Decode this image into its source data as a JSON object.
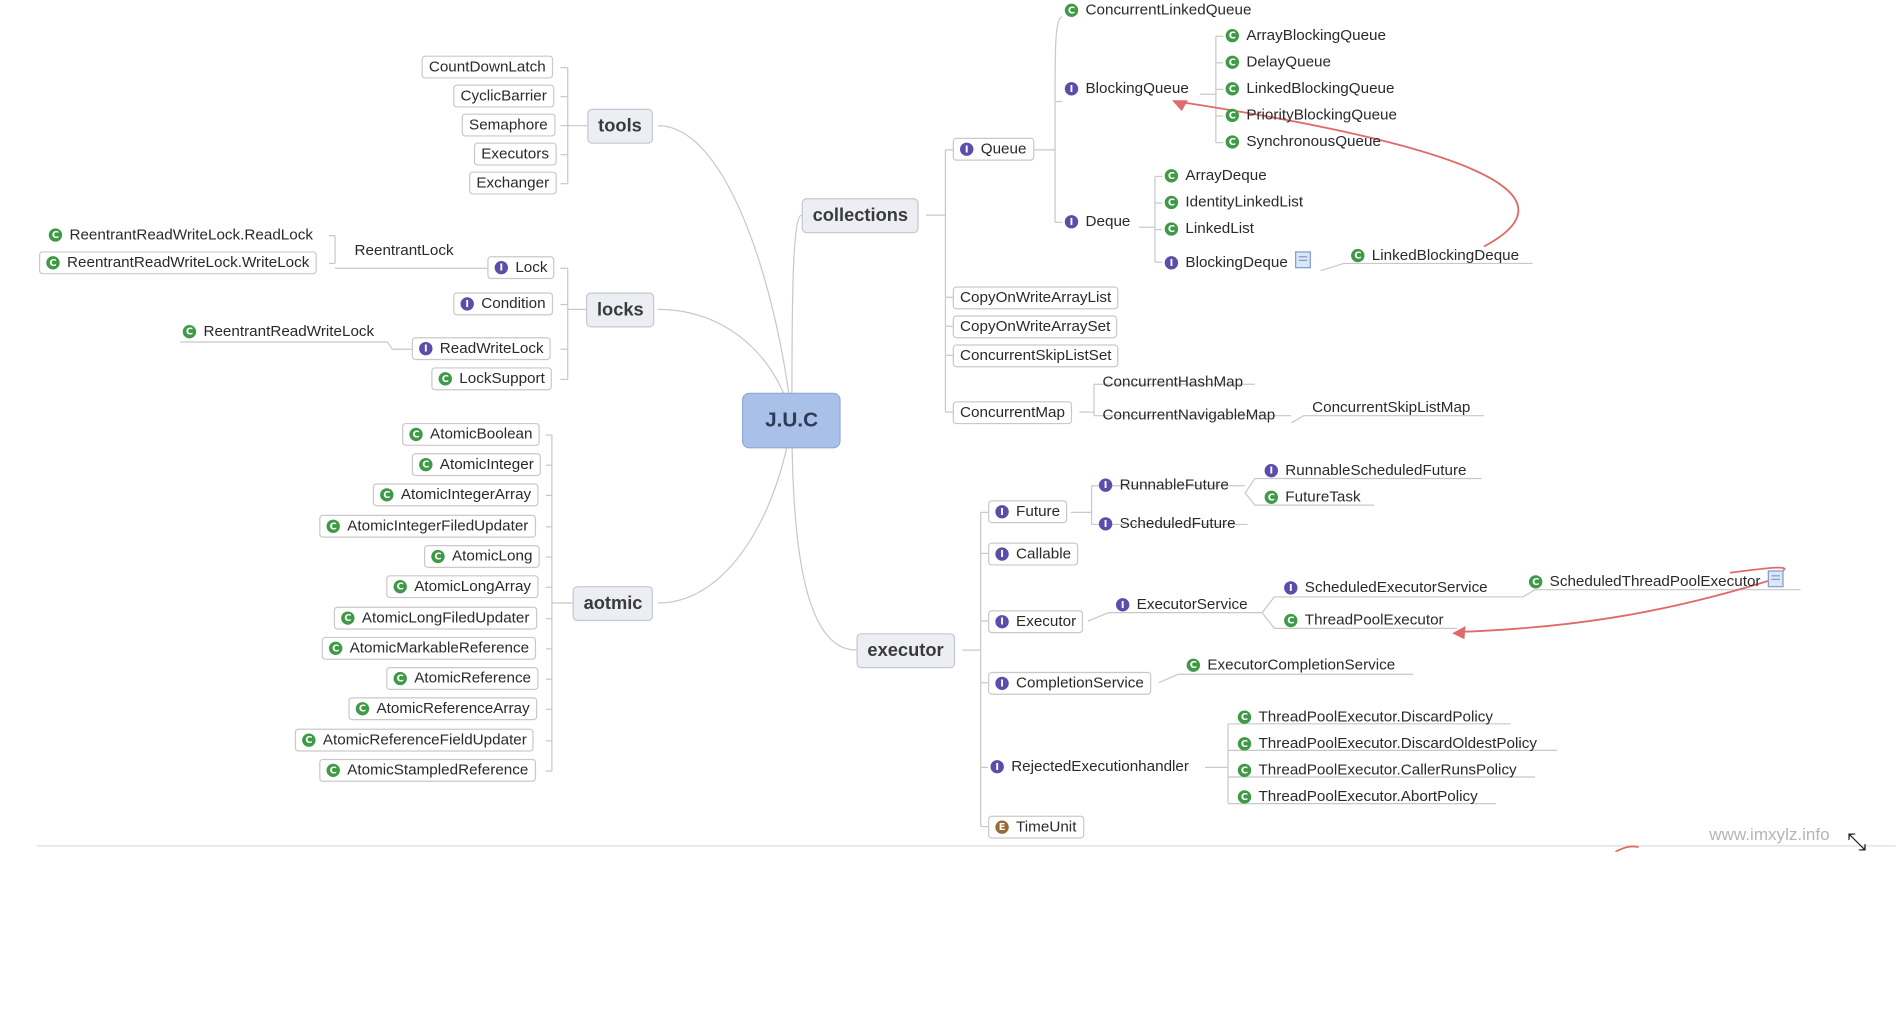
{
  "root": "J.U.C",
  "categories": {
    "tools": "tools",
    "locks": "locks",
    "aotmic": "aotmic",
    "collections": "collections",
    "executor": "executor"
  },
  "tools": [
    "CountDownLatch",
    "CyclicBarrier",
    "Semaphore",
    "Executors",
    "Exchanger"
  ],
  "locks": {
    "lock": "Lock",
    "reentrant_lock": "ReentrantLock",
    "read_lock": "ReentrantReadWriteLock.ReadLock",
    "write_lock": "ReentrantReadWriteLock.WriteLock",
    "condition": "Condition",
    "read_write_lock": "ReadWriteLock",
    "reentrant_read_write_lock": "ReentrantReadWriteLock",
    "lock_support": "LockSupport"
  },
  "atomic": [
    "AtomicBoolean",
    "AtomicInteger",
    "AtomicIntegerArray",
    "AtomicIntegerFiledUpdater",
    "AtomicLong",
    "AtomicLongArray",
    "AtomicLongFiledUpdater",
    "AtomicMarkableReference",
    "AtomicReference",
    "AtomicReferenceArray",
    "AtomicReferenceFieldUpdater",
    "AtomicStampledReference"
  ],
  "collections": {
    "queue": "Queue",
    "concurrent_linked_queue": "ConcurrentLinkedQueue",
    "blocking_queue": "BlockingQueue",
    "blocking_queue_impls": [
      "ArrayBlockingQueue",
      "DelayQueue",
      "LinkedBlockingQueue",
      "PriorityBlockingQueue",
      "SynchronousQueue"
    ],
    "deque": "Deque",
    "deque_impls": [
      "ArrayDeque",
      "IdentityLinkedList",
      "LinkedList"
    ],
    "blocking_deque": "BlockingDeque",
    "linked_blocking_deque": "LinkedBlockingDeque",
    "cow_list": "CopyOnWriteArrayList",
    "cow_set": "CopyOnWriteArraySet",
    "skip_list_set": "ConcurrentSkipListSet",
    "concurrent_map": "ConcurrentMap",
    "concurrent_hash_map": "ConcurrentHashMap",
    "concurrent_navigable_map": "ConcurrentNavigableMap",
    "skip_list_map": "ConcurrentSkipListMap"
  },
  "executor": {
    "future": "Future",
    "runnable_future": "RunnableFuture",
    "runnable_scheduled_future": "RunnableScheduledFuture",
    "future_task": "FutureTask",
    "scheduled_future": "ScheduledFuture",
    "callable": "Callable",
    "executor": "Executor",
    "executor_service": "ExecutorService",
    "scheduled_executor_service": "ScheduledExecutorService",
    "scheduled_thread_pool_executor": "ScheduledThreadPoolExecutor",
    "thread_pool_executor": "ThreadPoolExecutor",
    "completion_service": "CompletionService",
    "executor_completion_service": "ExecutorCompletionService",
    "rejected_handler": "RejectedExecutionhandler",
    "policies": [
      "ThreadPoolExecutor.DiscardPolicy",
      "ThreadPoolExecutor.DiscardOldestPolicy",
      "ThreadPoolExecutor.CallerRunsPolicy",
      "ThreadPoolExecutor.AbortPolicy"
    ],
    "time_unit": "TimeUnit"
  },
  "icon_legend": {
    "class": "C",
    "interface": "I",
    "enum": "E"
  },
  "icon_names": [
    "class-icon",
    "interface-icon",
    "enum-icon",
    "note-icon",
    "resize-arrow-icon"
  ],
  "colors": {
    "root": "#a9c0e8",
    "category": "#eceef3",
    "line": "#c8c8c8",
    "class_icon": "#3e9a46",
    "interface_icon": "#5a4eaa",
    "enum_icon": "#9a6a35",
    "relation_arrow": "#e06a6a"
  },
  "watermark": "www.imxylz.info"
}
